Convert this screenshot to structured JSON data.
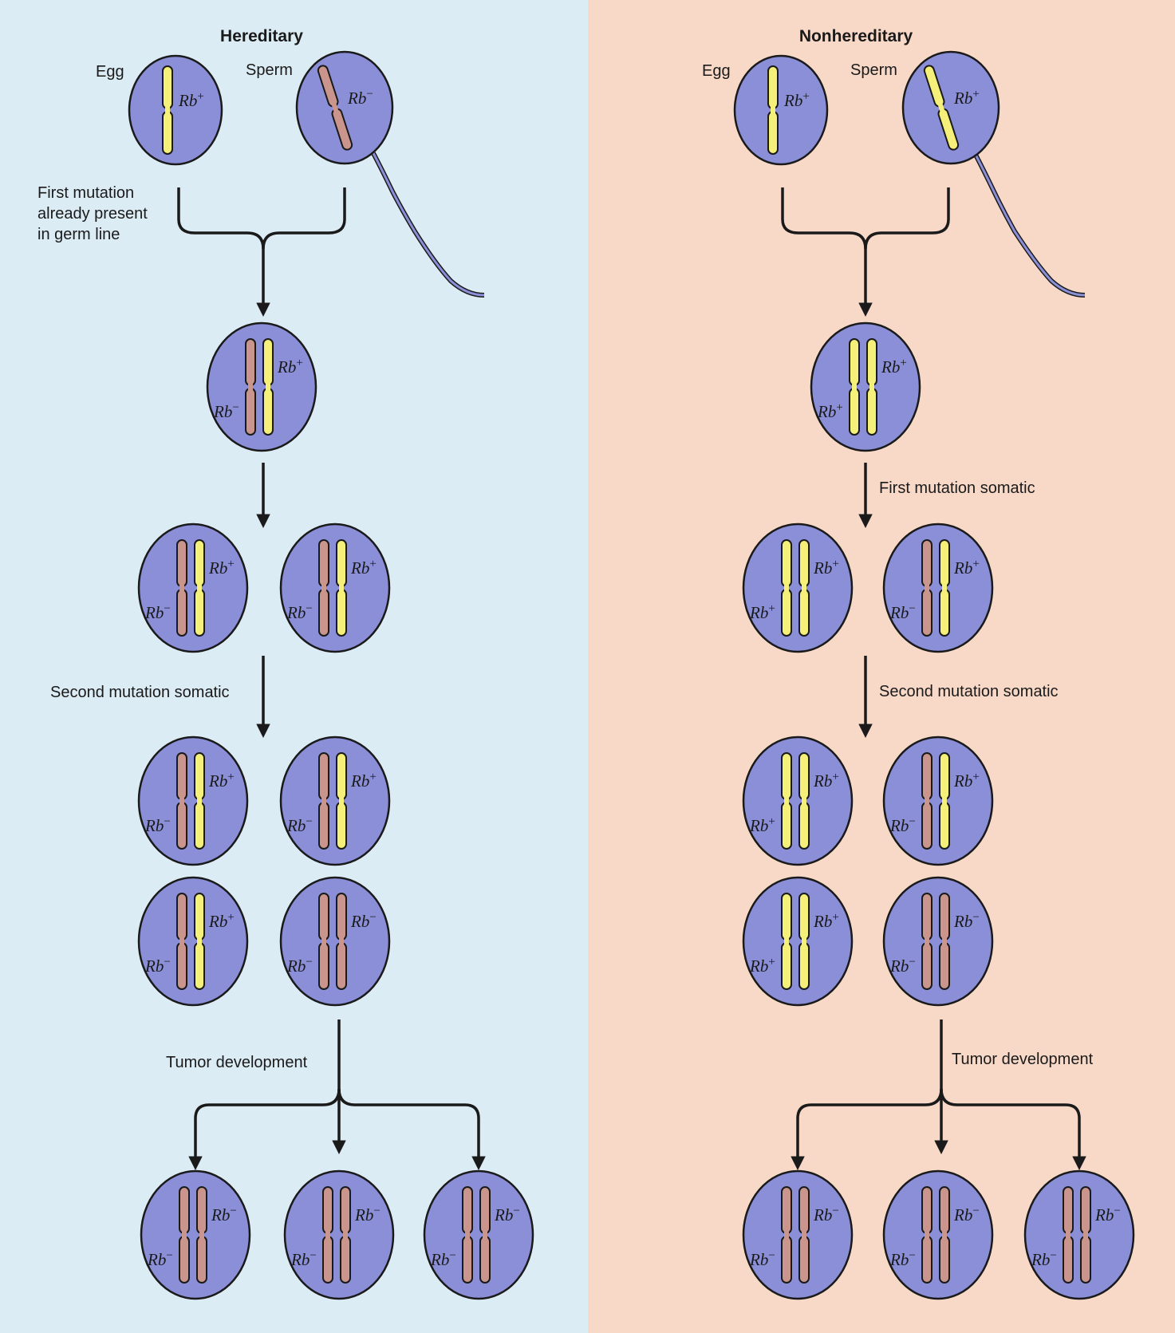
{
  "colors": {
    "hereditary_bg": "#dcecf4",
    "nonhereditary_bg": "#f8d9c8",
    "cell_fill": "#8a8fd8",
    "chrom_normal": "#f5f07a",
    "chrom_mutant": "#c9958c",
    "outline": "#1a1a1a"
  },
  "hereditary": {
    "title": "Hereditary",
    "egg_label": "Egg",
    "sperm_label": "Sperm",
    "note_line1": "First mutation",
    "note_line2": "already present",
    "note_line3": "in germ line",
    "step2_label": "Second mutation somatic",
    "tumor_label": "Tumor development"
  },
  "nonhereditary": {
    "title": "Nonhereditary",
    "egg_label": "Egg",
    "sperm_label": "Sperm",
    "step1_label": "First mutation somatic",
    "step2_label": "Second mutation somatic",
    "tumor_label": "Tumor development"
  },
  "gene": {
    "name": "Rb",
    "plus": "+",
    "minus": "−"
  },
  "cells": {
    "hereditary": [
      {
        "stage": "gamete-egg",
        "alleles": [
          "+"
        ]
      },
      {
        "stage": "gamete-sperm",
        "alleles": [
          "-"
        ]
      },
      {
        "stage": "zygote",
        "alleles": [
          "-",
          "+"
        ]
      },
      {
        "stage": "division",
        "alleles": [
          "-",
          "+"
        ]
      },
      {
        "stage": "division",
        "alleles": [
          "-",
          "+"
        ]
      },
      {
        "stage": "second-mutation",
        "alleles": [
          "-",
          "+"
        ]
      },
      {
        "stage": "second-mutation",
        "alleles": [
          "-",
          "+"
        ]
      },
      {
        "stage": "second-mutation",
        "alleles": [
          "-",
          "+"
        ]
      },
      {
        "stage": "second-mutation",
        "alleles": [
          "-",
          "-"
        ]
      },
      {
        "stage": "tumor",
        "alleles": [
          "-",
          "-"
        ]
      },
      {
        "stage": "tumor",
        "alleles": [
          "-",
          "-"
        ]
      },
      {
        "stage": "tumor",
        "alleles": [
          "-",
          "-"
        ]
      }
    ],
    "nonhereditary": [
      {
        "stage": "gamete-egg",
        "alleles": [
          "+"
        ]
      },
      {
        "stage": "gamete-sperm",
        "alleles": [
          "+"
        ]
      },
      {
        "stage": "zygote",
        "alleles": [
          "+",
          "+"
        ]
      },
      {
        "stage": "first-mutation",
        "alleles": [
          "+",
          "+"
        ]
      },
      {
        "stage": "first-mutation",
        "alleles": [
          "-",
          "+"
        ]
      },
      {
        "stage": "second-mutation",
        "alleles": [
          "+",
          "+"
        ]
      },
      {
        "stage": "second-mutation",
        "alleles": [
          "-",
          "+"
        ]
      },
      {
        "stage": "second-mutation",
        "alleles": [
          "+",
          "+"
        ]
      },
      {
        "stage": "second-mutation",
        "alleles": [
          "-",
          "-"
        ]
      },
      {
        "stage": "tumor",
        "alleles": [
          "-",
          "-"
        ]
      },
      {
        "stage": "tumor",
        "alleles": [
          "-",
          "-"
        ]
      },
      {
        "stage": "tumor",
        "alleles": [
          "-",
          "-"
        ]
      }
    ]
  }
}
